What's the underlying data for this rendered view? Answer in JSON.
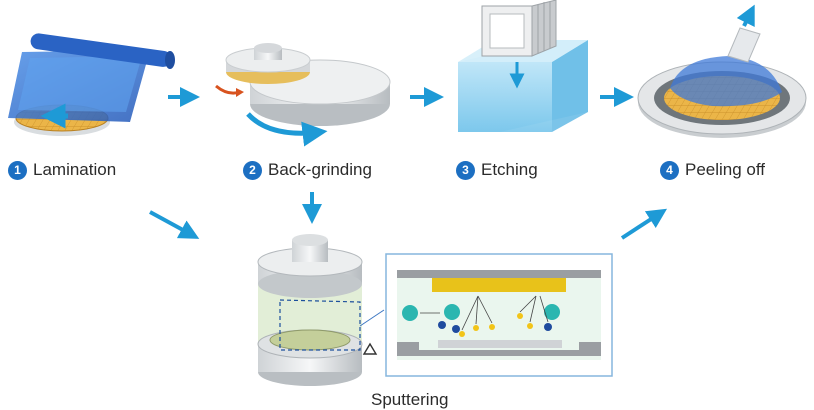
{
  "steps": [
    {
      "number": "1",
      "label": "Lamination"
    },
    {
      "number": "2",
      "label": "Back-grinding"
    },
    {
      "number": "3",
      "label": "Etching"
    },
    {
      "number": "4",
      "label": "Peeling off"
    }
  ],
  "sputtering": {
    "label": "Sputtering"
  },
  "colors": {
    "accent": "#1c6fc2",
    "arrow": "#1e9ad6",
    "wafer": "#e9b44c",
    "film": "#2f6fd1",
    "liquid": "#7ccbef",
    "target": "#e8c21a",
    "particle_teal": "#2bb6b0",
    "particle_navy": "#1f4b9e",
    "particle_yellow": "#f2c418",
    "grind_arrow_orange": "#d8531f"
  },
  "icons": [
    "lamination-illustration",
    "back-grinding-illustration",
    "etching-illustration",
    "peeling-off-illustration",
    "sputtering-illustration"
  ]
}
